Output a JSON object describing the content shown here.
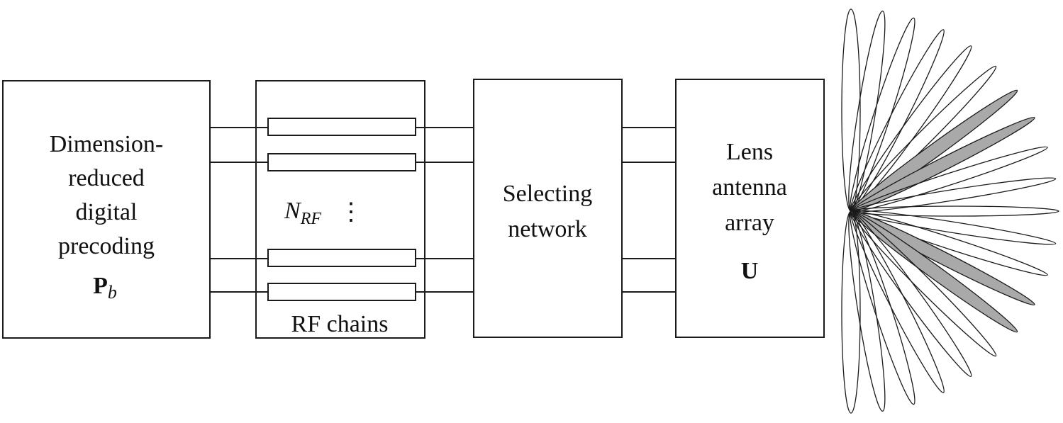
{
  "digital_block": {
    "lines": [
      "Dimension-",
      "reduced",
      "digital",
      "precoding"
    ],
    "symbol_main": "P",
    "symbol_sub": "b"
  },
  "rf_block": {
    "count_symbol": "N",
    "count_sub": "RF",
    "ellipsis": "⋮",
    "caption": "RF chains"
  },
  "selecting_block": {
    "lines": [
      "Selecting",
      "network"
    ]
  },
  "lens_block": {
    "lines": [
      "Lens",
      "antenna",
      "array"
    ],
    "symbol": "U"
  },
  "beam_pattern": {
    "lobe_count": 21,
    "highlighted_lobe_count": 4,
    "highlight_color": "#a9a9a9"
  }
}
